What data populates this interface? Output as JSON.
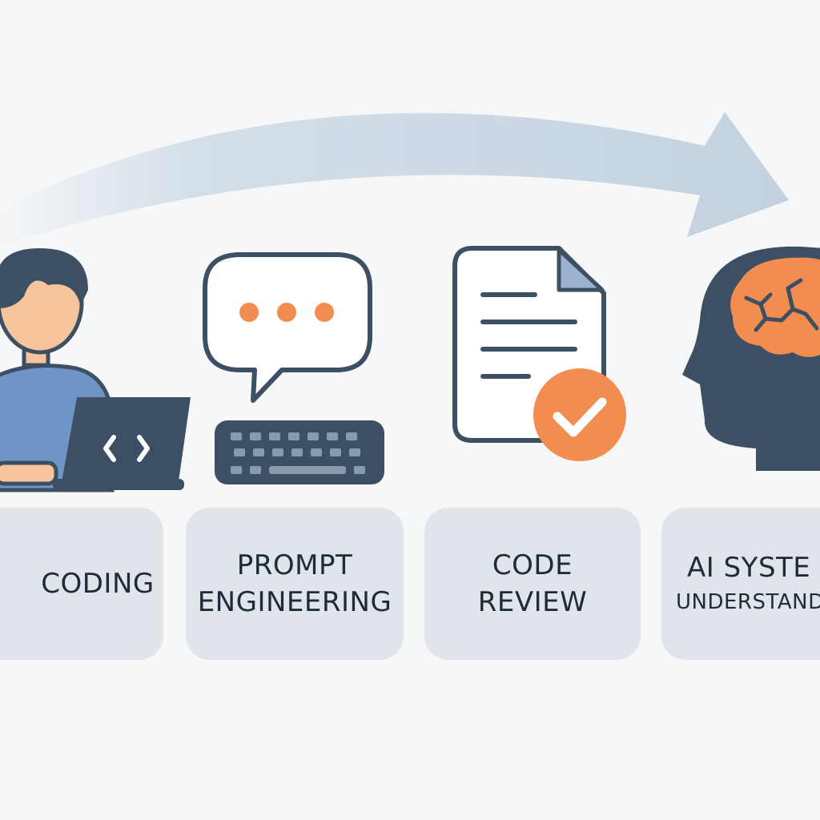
{
  "stages": [
    {
      "label_lines": [
        "CODING"
      ],
      "icon": "developer-laptop-icon",
      "laptop_glyph": "<>"
    },
    {
      "label_lines": [
        "PROMPT",
        "ENGINEERING"
      ],
      "icon": "chat-keyboard-icon"
    },
    {
      "label_lines": [
        "CODE",
        "REVIEW"
      ],
      "icon": "document-check-icon"
    },
    {
      "label_lines": [
        "AI SYSTE",
        "UNDERSTAND"
      ],
      "icon": "brain-head-icon"
    }
  ],
  "colors": {
    "background": "#f6f7f8",
    "label_box": "#dfe5ea",
    "dark": "#3d4f63",
    "accent": "#f28c4f",
    "shirt": "#6f95c7",
    "skin": "#f6c39b",
    "arrow": "#c9d7e4"
  }
}
